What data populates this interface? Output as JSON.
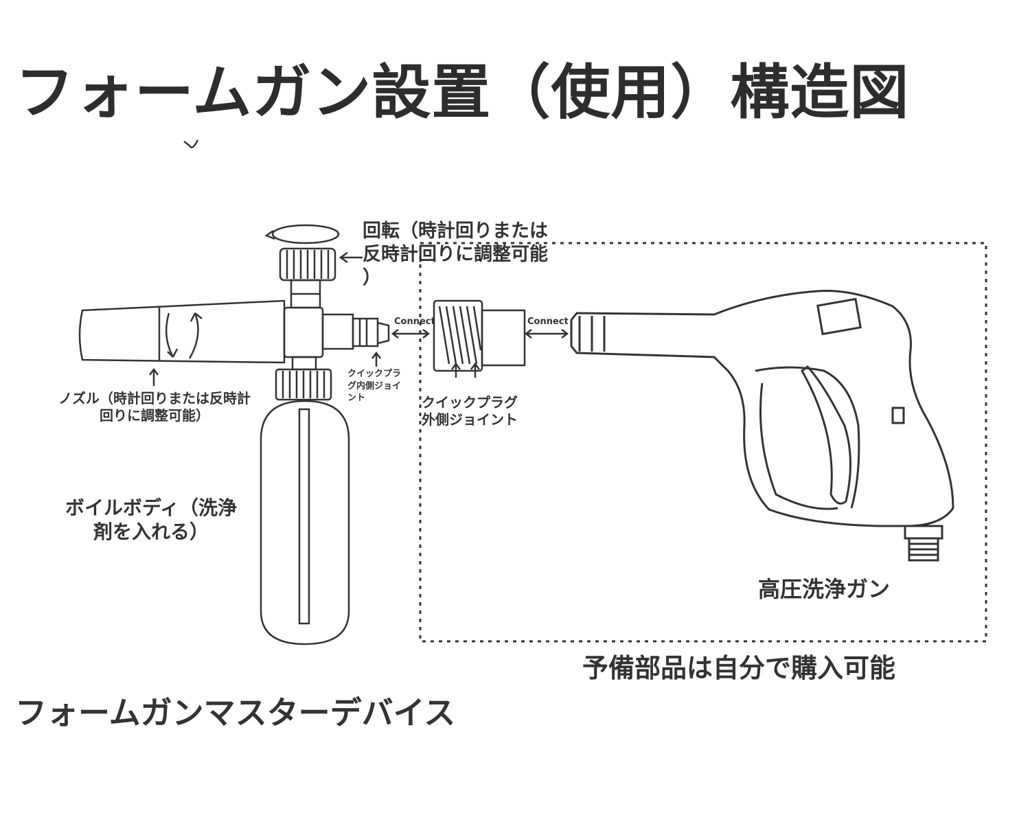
{
  "title": "フォームガン設置（使用）構造図",
  "labels": {
    "rotation": "回転（時計回りまたは\n反時計回りに調整可能\n）",
    "nozzle": "ノズル（時計回りまたは反時計\n回りに調整可能）",
    "quick_plug_inner": "クイックプラ\nグ内側ジョイ\nント",
    "quick_plug_outer": "クイックプラグ\n外側ジョイント",
    "body": "ボイルボディ（洗浄\n剤を入れる）",
    "high_pressure_gun": "高圧洗浄ガン",
    "spare_parts": "予備部品は自分で購入可能",
    "master_device": "フォームガンマスターデバイス"
  },
  "connect_labels": [
    "Connect",
    "Connect"
  ],
  "colors": {
    "line": "#333333",
    "text": "#333333"
  }
}
